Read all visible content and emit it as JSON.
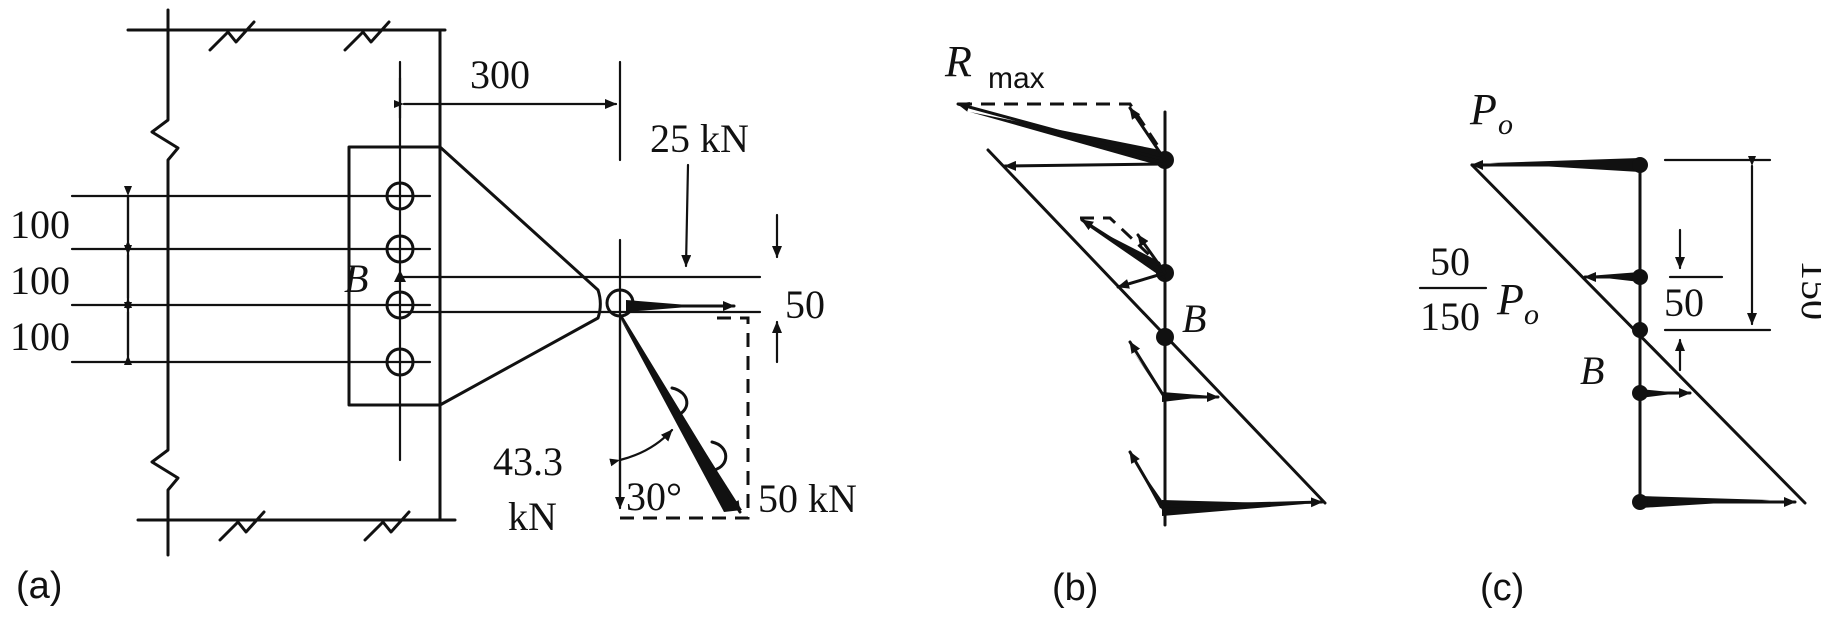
{
  "panel_a": {
    "caption": "(a)",
    "dim_300": "300",
    "dim_100_top": "100",
    "dim_100_mid": "100",
    "dim_100_bot": "100",
    "label_b": "B",
    "load_25": "25 kN",
    "dim_50": "50",
    "load_43_value": "43.3",
    "load_43_unit": "kN",
    "angle": "30°",
    "load_50": "50 kN"
  },
  "panel_b": {
    "caption": "(b)",
    "r_main": "R",
    "r_sub": "max",
    "label_b": "B"
  },
  "panel_c": {
    "caption": "(c)",
    "p_main": "P",
    "p_sub": "o",
    "frac_num": "50",
    "frac_den": "150",
    "p2_main": "P",
    "p2_sub": "o",
    "dim_150": "150",
    "dim_50": "50",
    "label_b": "B"
  }
}
